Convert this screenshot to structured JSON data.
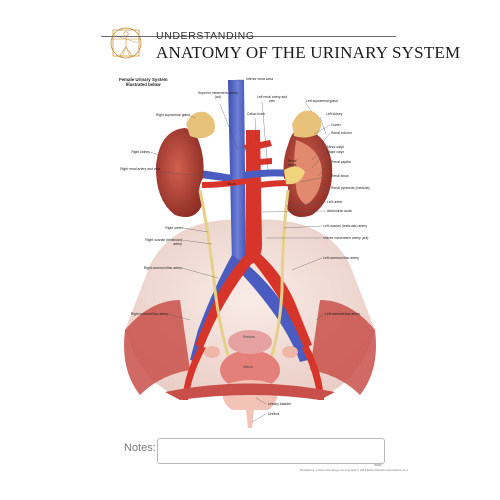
{
  "header": {
    "subtitle": "UNDERSTANDING",
    "title": "ANATOMY OF THE URINARY SYSTEM"
  },
  "caption": {
    "line1": "Female Urinary System",
    "line2": "Illustrated below"
  },
  "labels": {
    "inferior_vena_cava": "Inferior vena cava",
    "superior_mesenteric_artery": "Superior mesenteric artery (cut)",
    "left_renal_artery_vein": "Left renal artery and vein",
    "celiac_trunk": "Celiac trunk",
    "left_suprarenal_gland": "Left suprarenal gland",
    "right_suprarenal_gland": "Right suprarenal gland",
    "left_kidney": "Left kidney",
    "cortex": "Cortex",
    "renal_column": "Renal column",
    "minor_calyx": "Minor calyx",
    "major_calyx": "Major calyx",
    "renal_papilla": "Renal papilla",
    "renal_sinus": "Renal sinus",
    "renal_pyramids": "Renal pyramids (medulla)",
    "left_ureter": "Left ureter",
    "abdominal_aorta": "Abdominal aorta",
    "left_ovarian_artery": "Left ovarian (testicular) artery",
    "inferior_mesenteric_artery": "Inferior mesenteric artery (cut)",
    "left_common_iliac_artery": "Left common iliac artery",
    "left_external_iliac_artery": "Left external iliac artery",
    "right_kidney": "Right kidney",
    "right_renal_artery_vein": "Right renal artery and vein",
    "hilum": "Hilum",
    "renal_pelvis": "Renal pelvis",
    "right_ureter": "Right ureter",
    "right_ovarian_artery": "Right ovarian (testicular) artery",
    "right_common_iliac_artery": "Right common iliac artery",
    "right_external_iliac_artery": "Right external iliac artery",
    "rectum": "Rectum",
    "uterus": "Uterus",
    "urinary_bladder": "Urinary bladder",
    "urethra": "Urethra"
  },
  "notes": {
    "label": "Notes:"
  },
  "footer": {
    "code": "9999F",
    "copyright": "Illustrations, content and design are copyright © 2016 Body Scientific International, LLC"
  },
  "colors": {
    "artery": "#d8352a",
    "vein": "#4a5cc0",
    "kidney": "#b8423a",
    "adrenal": "#e8c27a",
    "ureter": "#e6d089"
  }
}
